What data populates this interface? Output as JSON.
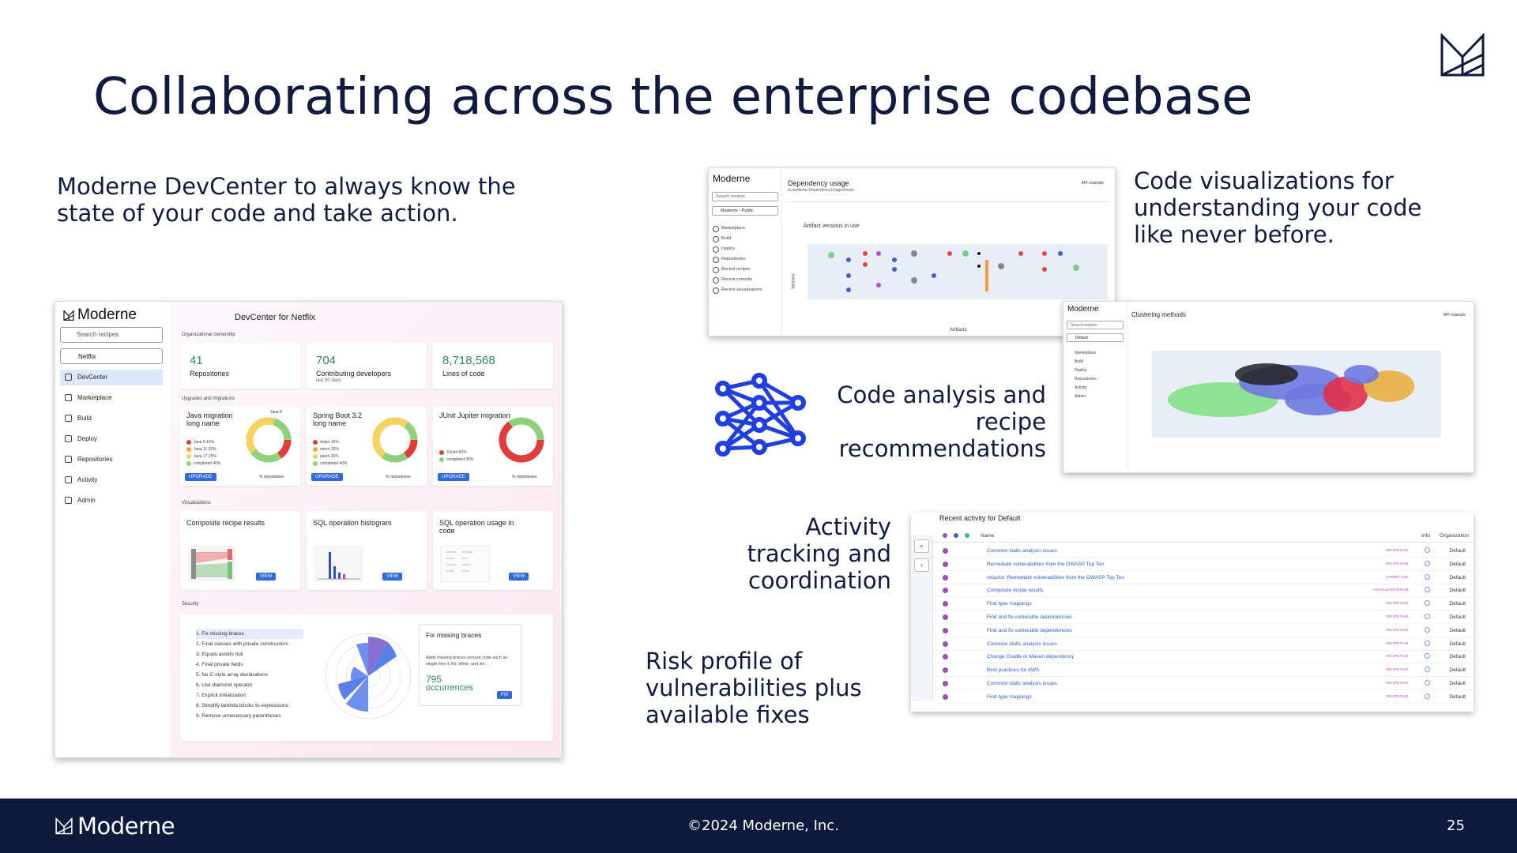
{
  "slide": {
    "title": "Collaborating across the enterprise codebase",
    "captions": {
      "devcenter": "Moderne DevCenter to always know the state of your code and take action.",
      "visualizations": "Code visualizations for understanding your code like never before.",
      "analysis": "Code analysis and recipe recommendations",
      "activity": "Activity tracking and coordination",
      "risk": "Risk profile of vulnerabilities plus available fixes"
    }
  },
  "devcenter": {
    "logo": "Moderne",
    "search_placeholder": "Search recipes",
    "org_selector": "Netflix",
    "nav": [
      "DevCenter",
      "Marketplace",
      "Build",
      "Deploy",
      "Repositories",
      "Activity",
      "Admin"
    ],
    "title": "DevCenter for Netflix",
    "org_section": "Organizational ownership",
    "stats": [
      {
        "value": "41",
        "label": "Repositories",
        "sub": ""
      },
      {
        "value": "704",
        "label": "Contributing developers",
        "sub": "last 90 days"
      },
      {
        "value": "8,718,568",
        "label": "Lines of code",
        "sub": ""
      }
    ],
    "upgrades_section": "Upgrades and migrations",
    "migrations": [
      {
        "title": "Java migration long name",
        "legend": [
          "Java 8 15%",
          "Java 11 20%",
          "Java 17 25%",
          "completed 40%"
        ],
        "button": "UPGRADE",
        "pct": "% repositories",
        "tag": "Java 8"
      },
      {
        "title": "Spring Boot 3.2 long name",
        "legend": [
          "major 15%",
          "minor 20%",
          "patch 25%",
          "completed 40%"
        ],
        "button": "UPGRADE",
        "pct": "% repositories"
      },
      {
        "title": "JUnit Jupiter migration",
        "legend": [
          "JUnit4 65%",
          "completed 35%"
        ],
        "button": "UPGRADE",
        "pct": "% repositories"
      }
    ],
    "viz_section": "Visualizations",
    "visualizations": [
      {
        "title": "Composite recipe results",
        "button": "VIEW"
      },
      {
        "title": "SQL operation histogram",
        "button": "VIEW"
      },
      {
        "title": "SQL operation usage in code",
        "button": "VIEW"
      }
    ],
    "security_section": "Security",
    "security_items": [
      "1. Fix missing braces",
      "2. Final classes with private constructors",
      "3. Equals avoids null",
      "4. Final private fields",
      "5. No C-style array declarations",
      "6. Use diamond operator",
      "7. Explicit initialization",
      "8. Simplify lambda blocks to expressions",
      "9. Remove unnecessary parentheses"
    ],
    "fix_card": {
      "title": "Fix missing braces",
      "desc": "Adds missing braces around code such as single-line if, for, while, and do-...",
      "count": "795",
      "count_label": "occurrences",
      "button": "FIX"
    }
  },
  "dependency": {
    "logo": "Moderne",
    "title": "Dependency usage",
    "subtitle": "io.moderne.DependencyUsageViewer",
    "search": "Search recipes",
    "org": "Moderne - Public",
    "nav": [
      "Marketplace",
      "Build",
      "Deploy",
      "Repositories",
      "Recent recipes",
      "Recent commits",
      "Recent visualizations"
    ],
    "chart_title": "Artifact versions in use",
    "xlabel": "Artifacts",
    "ylabel": "Versions",
    "api_label": "API example"
  },
  "clustering": {
    "logo": "Moderne",
    "title": "Clustering methods",
    "search": "Search recipes",
    "org": "Default",
    "nav": [
      "Marketplace",
      "Build",
      "Deploy",
      "Repositories",
      "Activity",
      "Admin"
    ],
    "api_label": "API example"
  },
  "activity": {
    "title": "Recent activity for Default",
    "columns": [
      "Name",
      "Info",
      "Organization"
    ],
    "rows": [
      {
        "name": "Common static analysis issues",
        "badge": "RECIPE RUN",
        "org": "Default"
      },
      {
        "name": "Remediate vulnerabilities from the OWASP Top Ten",
        "badge": "RECIPE RUN",
        "org": "Default"
      },
      {
        "name": "refactor: Remediate vulnerabilities from the OWASP Top Ten",
        "badge": "COMMIT JOB",
        "org": "Default"
      },
      {
        "name": "Composite recipe results",
        "badge": "VISUALIZATION RUN",
        "org": "Default"
      },
      {
        "name": "Find type mappings",
        "badge": "RECIPE RUN",
        "org": "Default"
      },
      {
        "name": "Find and fix vulnerable dependencies",
        "badge": "RECIPE RUN",
        "org": "Default"
      },
      {
        "name": "Find and fix vulnerable dependencies",
        "badge": "RECIPE RUN",
        "org": "Default"
      },
      {
        "name": "Common static analysis issues",
        "badge": "RECIPE RUN",
        "org": "Default"
      },
      {
        "name": "Change Gradle or Maven dependency",
        "badge": "RECIPE RUN",
        "org": "Default"
      },
      {
        "name": "Best practices for AWS",
        "badge": "RECIPE RUN",
        "org": "Default"
      },
      {
        "name": "Common static analysis issues",
        "badge": "RECIPE RUN",
        "org": "Default"
      },
      {
        "name": "Find type mappings",
        "badge": "RECIPE RUN",
        "org": "Default"
      }
    ]
  },
  "footer": {
    "brand": "Moderne",
    "copyright": "©2024 Moderne, Inc.",
    "page": "25"
  },
  "colors": {
    "navy": "#0e1a3c",
    "accent_blue": "#1f3fe0",
    "green": "#2e8b57"
  }
}
